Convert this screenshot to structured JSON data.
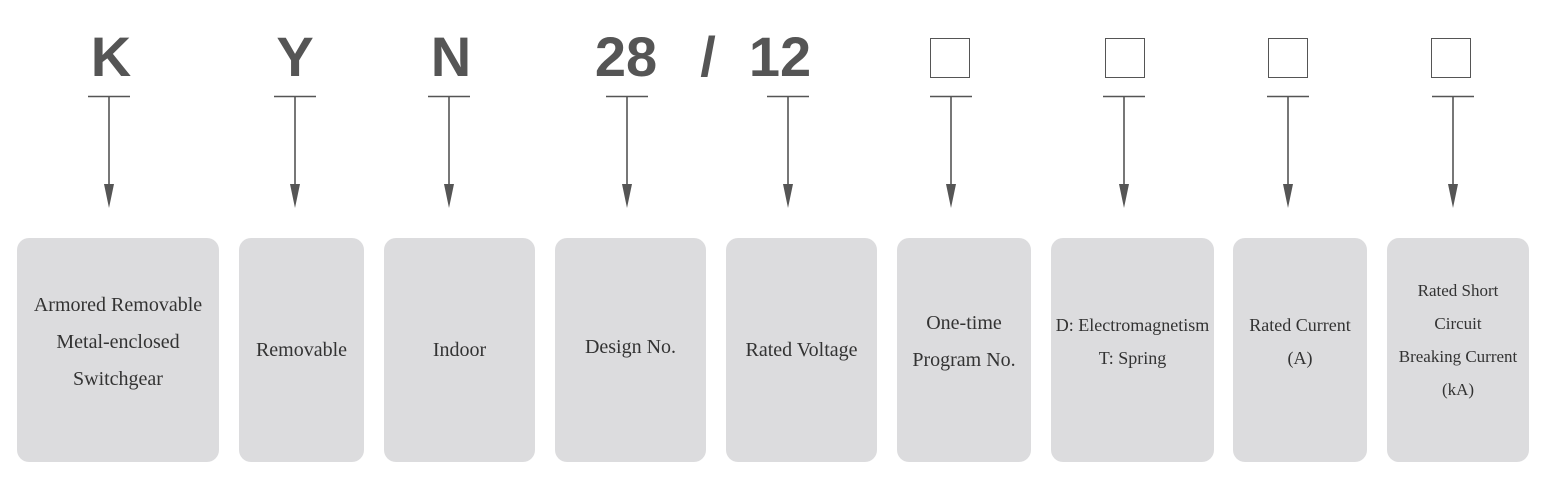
{
  "designation": {
    "items": [
      {
        "code": "K",
        "description": "Armored Removable\nMetal-enclosed\nSwitchgear"
      },
      {
        "code": "Y",
        "description": "Removable"
      },
      {
        "code": "N",
        "description": "Indoor"
      },
      {
        "code": "28",
        "description": "Design No."
      },
      {
        "code": "12",
        "description": "Rated Voltage"
      },
      {
        "code": "",
        "placeholder": true,
        "description": "One-time\nProgram No."
      },
      {
        "code": "",
        "placeholder": true,
        "description": "D: Electromagnetism\nT: Spring"
      },
      {
        "code": "",
        "placeholder": true,
        "description": "Rated Current\n(A)"
      },
      {
        "code": "",
        "placeholder": true,
        "description": "Rated Short\nCircuit\nBreaking Current\n(kA)"
      }
    ],
    "separator": "/",
    "colors": {
      "code_text": "#555555",
      "line": "#555555",
      "box_fill": "#dcdcde",
      "box_text": "#333333"
    },
    "icons": {
      "placeholder": "empty-square-box",
      "pointer": "down-arrow"
    }
  }
}
